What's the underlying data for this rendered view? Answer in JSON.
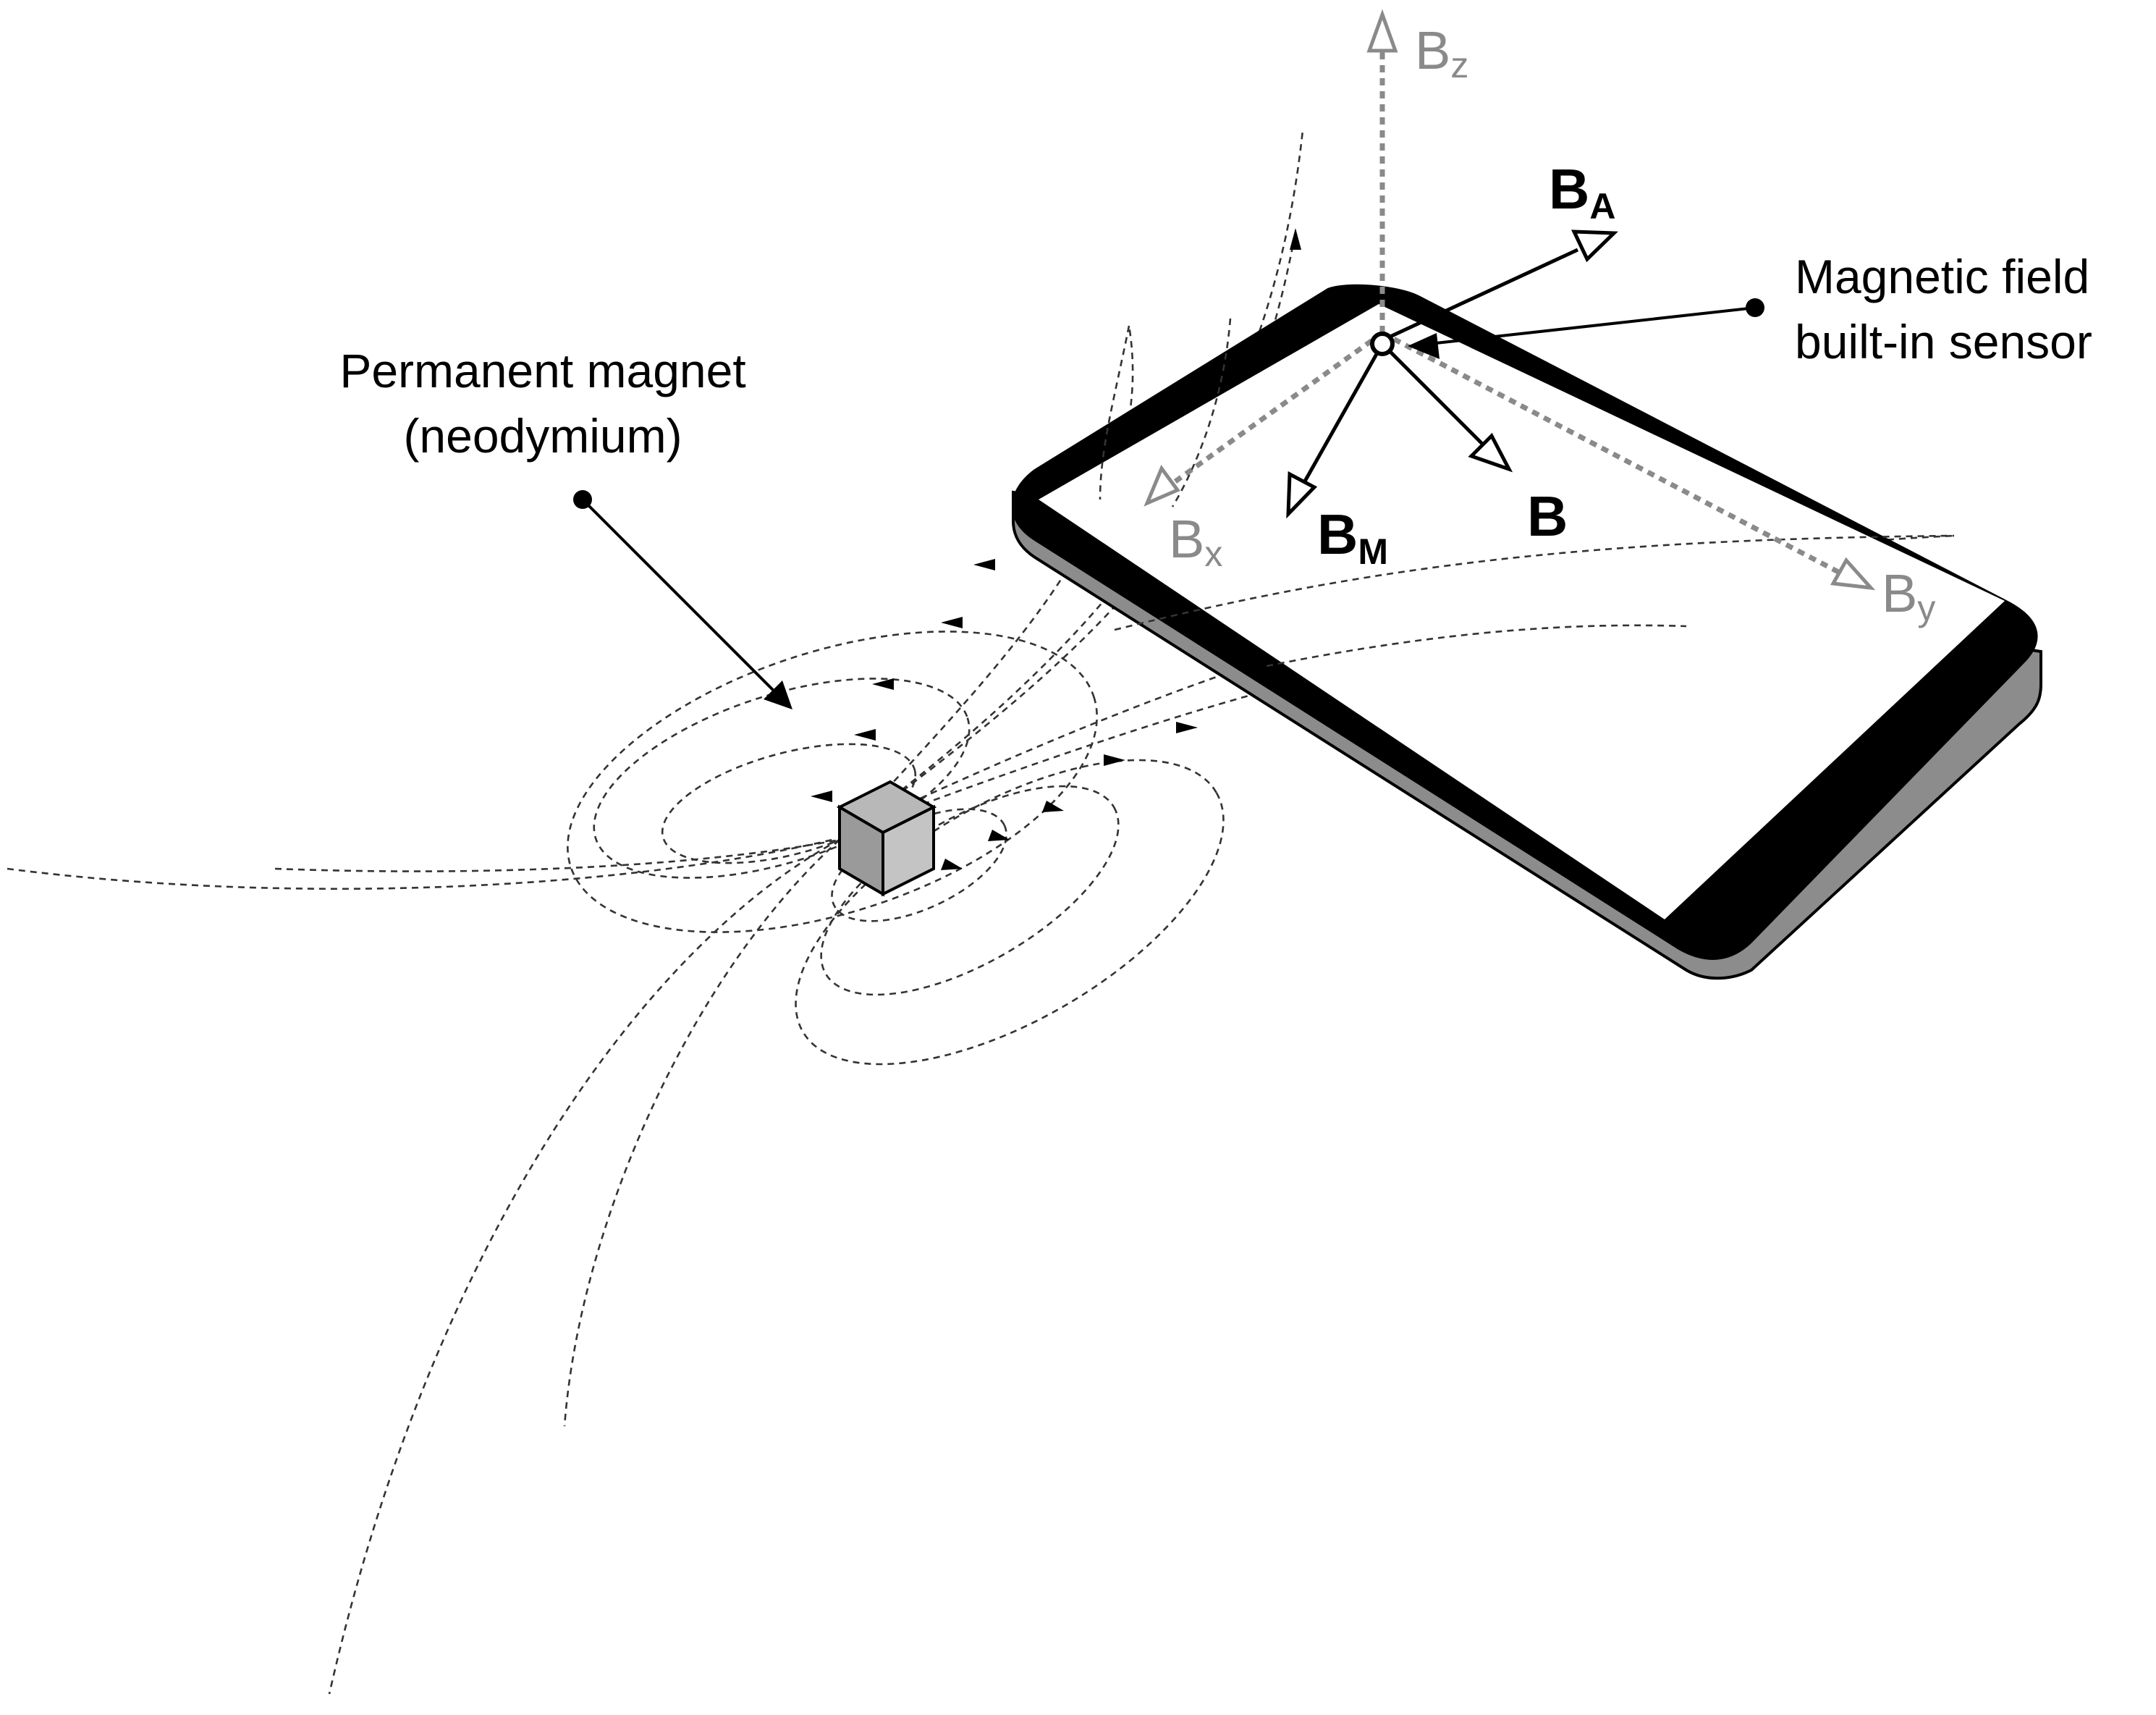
{
  "labels": {
    "magnet_line1": "Permanent magnet",
    "magnet_line2": "(neodymium)",
    "sensor_line1": "Magnetic field",
    "sensor_line2": "built-in sensor",
    "vec_B": "B",
    "vec_BA_main": "B",
    "vec_BA_sub": "A",
    "vec_BM_main": "B",
    "vec_BM_sub": "M",
    "axis_x_main": "B",
    "axis_x_sub": "x",
    "axis_y_main": "B",
    "axis_y_sub": "y",
    "axis_z_main": "B",
    "axis_z_sub": "z"
  },
  "colors": {
    "ink": "#000000",
    "axis_gray": "#8a8a8a",
    "magnet_top": "#b8b8b8",
    "magnet_front": "#9a9a9a",
    "magnet_side": "#c4c4c4",
    "phone_edge": "#8c8c8c"
  }
}
